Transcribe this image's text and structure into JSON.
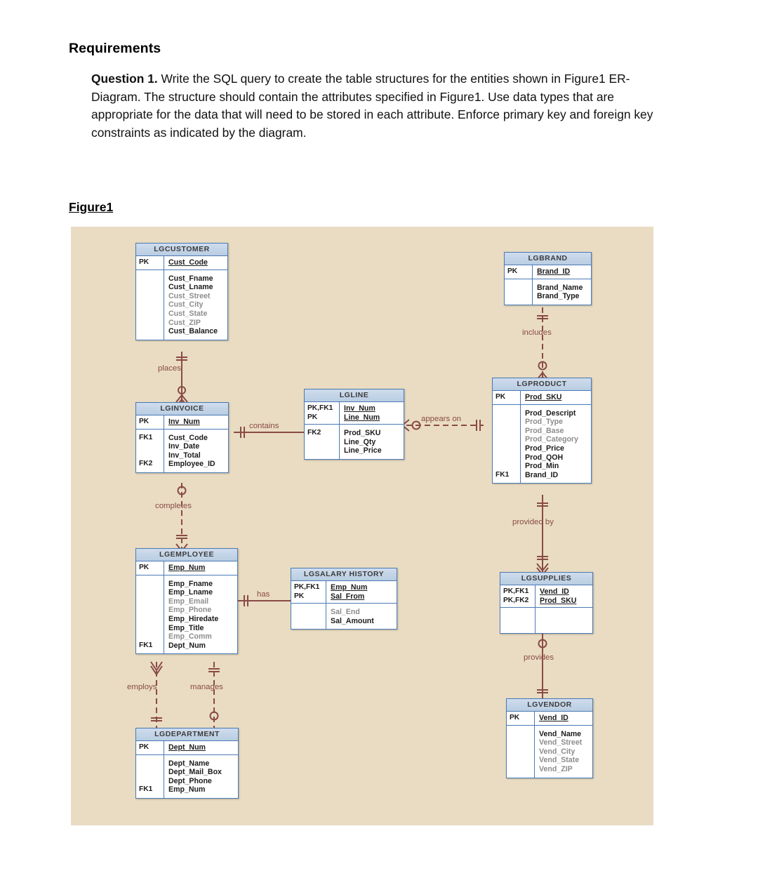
{
  "document": {
    "heading": "Requirements",
    "question_label": "Question 1.",
    "question_text": " Write the SQL query to create the table structures for the entities shown in Figure1 ER-Diagram. The structure should contain the attributes specified in Figure1. Use data types that are appropriate for the data that will need to be stored in each attribute. Enforce primary key and foreign key constraints as indicated by the diagram.",
    "figure_label": "Figure1"
  },
  "diagram": {
    "background_color": "#e9dcc3",
    "entity_border_color": "#4a7ab5",
    "relationship_color": "#8a4a46",
    "entities": {
      "customer": {
        "title": "LGCUSTOMER",
        "keys": [
          {
            "tag": "PK",
            "name": "Cust_Code"
          }
        ],
        "attrs": [
          {
            "tag": "",
            "name": "Cust_Fname",
            "dim": false
          },
          {
            "tag": "",
            "name": "Cust_Lname",
            "dim": false
          },
          {
            "tag": "",
            "name": "Cust_Street",
            "dim": true
          },
          {
            "tag": "",
            "name": "Cust_City",
            "dim": true
          },
          {
            "tag": "",
            "name": "Cust_State",
            "dim": true
          },
          {
            "tag": "",
            "name": "Cust_ZIP",
            "dim": true
          },
          {
            "tag": "",
            "name": "Cust_Balance",
            "dim": false
          }
        ]
      },
      "invoice": {
        "title": "LGINVOICE",
        "keys": [
          {
            "tag": "PK",
            "name": "Inv_Num"
          }
        ],
        "attrs": [
          {
            "tag": "FK1",
            "name": "Cust_Code",
            "dim": false
          },
          {
            "tag": "",
            "name": "Inv_Date",
            "dim": false
          },
          {
            "tag": "",
            "name": "Inv_Total",
            "dim": false
          },
          {
            "tag": "FK2",
            "name": "Employee_ID",
            "dim": false
          }
        ]
      },
      "line": {
        "title": "LGLINE",
        "keys": [
          {
            "tag": "PK,FK1",
            "name": "Inv_Num"
          },
          {
            "tag": "PK",
            "name": "Line_Num"
          }
        ],
        "attrs": [
          {
            "tag": "FK2",
            "name": "Prod_SKU",
            "dim": false
          },
          {
            "tag": "",
            "name": "Line_Qty",
            "dim": false
          },
          {
            "tag": "",
            "name": "Line_Price",
            "dim": false
          }
        ]
      },
      "brand": {
        "title": "LGBRAND",
        "keys": [
          {
            "tag": "PK",
            "name": "Brand_ID"
          }
        ],
        "attrs": [
          {
            "tag": "",
            "name": "Brand_Name",
            "dim": false
          },
          {
            "tag": "",
            "name": "Brand_Type",
            "dim": false
          }
        ]
      },
      "product": {
        "title": "LGPRODUCT",
        "keys": [
          {
            "tag": "PK",
            "name": "Prod_SKU"
          }
        ],
        "attrs": [
          {
            "tag": "",
            "name": "Prod_Descript",
            "dim": false
          },
          {
            "tag": "",
            "name": "Prod_Type",
            "dim": true
          },
          {
            "tag": "",
            "name": "Prod_Base",
            "dim": true
          },
          {
            "tag": "",
            "name": "Prod_Category",
            "dim": true
          },
          {
            "tag": "",
            "name": "Prod_Price",
            "dim": false
          },
          {
            "tag": "",
            "name": "Prod_QOH",
            "dim": false
          },
          {
            "tag": "",
            "name": "Prod_Min",
            "dim": false
          },
          {
            "tag": "FK1",
            "name": "Brand_ID",
            "dim": false
          }
        ]
      },
      "employee": {
        "title": "LGEMPLOYEE",
        "keys": [
          {
            "tag": "PK",
            "name": "Emp_Num"
          }
        ],
        "attrs": [
          {
            "tag": "",
            "name": "Emp_Fname",
            "dim": false
          },
          {
            "tag": "",
            "name": "Emp_Lname",
            "dim": false
          },
          {
            "tag": "",
            "name": "Emp_Email",
            "dim": true
          },
          {
            "tag": "",
            "name": "Emp_Phone",
            "dim": true
          },
          {
            "tag": "",
            "name": "Emp_Hiredate",
            "dim": false
          },
          {
            "tag": "",
            "name": "Emp_Title",
            "dim": false
          },
          {
            "tag": "",
            "name": "Emp_Comm",
            "dim": true
          },
          {
            "tag": "FK1",
            "name": "Dept_Num",
            "dim": false
          }
        ]
      },
      "salary_history": {
        "title": "LGSALARY HISTORY",
        "keys": [
          {
            "tag": "PK,FK1",
            "name": "Emp_Num"
          },
          {
            "tag": "PK",
            "name": "Sal_From"
          }
        ],
        "attrs": [
          {
            "tag": "",
            "name": "Sal_End",
            "dim": true
          },
          {
            "tag": "",
            "name": "Sal_Amount",
            "dim": false
          }
        ]
      },
      "supplies": {
        "title": "LGSUPPLIES",
        "keys": [
          {
            "tag": "PK,FK1",
            "name": "Vend_ID"
          },
          {
            "tag": "PK,FK2",
            "name": "Prod_SKU"
          }
        ],
        "attrs": []
      },
      "vendor": {
        "title": "LGVENDOR",
        "keys": [
          {
            "tag": "PK",
            "name": "Vend_ID"
          }
        ],
        "attrs": [
          {
            "tag": "",
            "name": "Vend_Name",
            "dim": false
          },
          {
            "tag": "",
            "name": "Vend_Street",
            "dim": true
          },
          {
            "tag": "",
            "name": "Vend_City",
            "dim": true
          },
          {
            "tag": "",
            "name": "Vend_State",
            "dim": true
          },
          {
            "tag": "",
            "name": "Vend_ZIP",
            "dim": true
          }
        ]
      },
      "department": {
        "title": "LGDEPARTMENT",
        "keys": [
          {
            "tag": "PK",
            "name": "Dept_Num"
          }
        ],
        "attrs": [
          {
            "tag": "",
            "name": "Dept_Name",
            "dim": false
          },
          {
            "tag": "",
            "name": "Dept_Mail_Box",
            "dim": false
          },
          {
            "tag": "",
            "name": "Dept_Phone",
            "dim": false
          },
          {
            "tag": "FK1",
            "name": "Emp_Num",
            "dim": false
          }
        ]
      }
    },
    "relationships": {
      "places": "places",
      "contains": "contains",
      "appears_on": "appears on",
      "includes": "includes",
      "provided_by": "provided by",
      "completes": "completes",
      "has": "has",
      "provides": "provides",
      "employs": "employs",
      "manages": "manages"
    }
  }
}
